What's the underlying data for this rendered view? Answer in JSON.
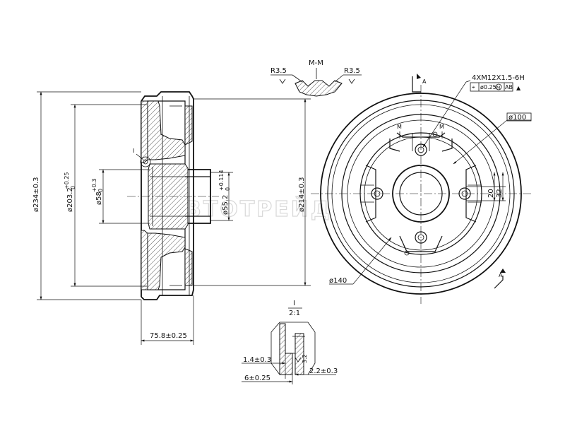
{
  "section_title": "M-M",
  "section_radius_left": "R3.5",
  "section_radius_right": "R3.5",
  "section_marker_m_left": "M",
  "section_marker_m_right": "M",
  "detail_title": "I",
  "detail_scale": "2:1",
  "detail_marker_side": "I",
  "view_marker_top": "A",
  "view_marker_bottom": "A",
  "dims": {
    "outer_dia": "ø234±0.3",
    "drum_inner_dia": "ø203.2",
    "drum_inner_tol_upper": "+0.25",
    "drum_inner_tol_lower": "0",
    "bore_dia": "ø58",
    "bore_tol_upper": "+0.3",
    "bore_tol_lower": "0",
    "hub_dia": "ø55.2",
    "hub_tol_upper": "+0.114",
    "hub_tol_lower": "0",
    "flange_dia": "ø214±0.3",
    "depth": "75.8±0.25",
    "pcd": "ø100",
    "rim_dia": "ø140",
    "offset_small": "20",
    "offset_large": "32",
    "detail_d1": "1.4±0.3",
    "detail_d2": "6±0.25",
    "detail_d3": "2.2±0.3",
    "detail_roughness": "3.2"
  },
  "thread_callout": "4XM12X1.5-6H",
  "tolerance_frame": {
    "symbol": "⌖",
    "value": "ø0.25",
    "modifier": "M",
    "datum": "AB",
    "flag": "▲"
  },
  "watermark": "ВТОТРЕЙД"
}
